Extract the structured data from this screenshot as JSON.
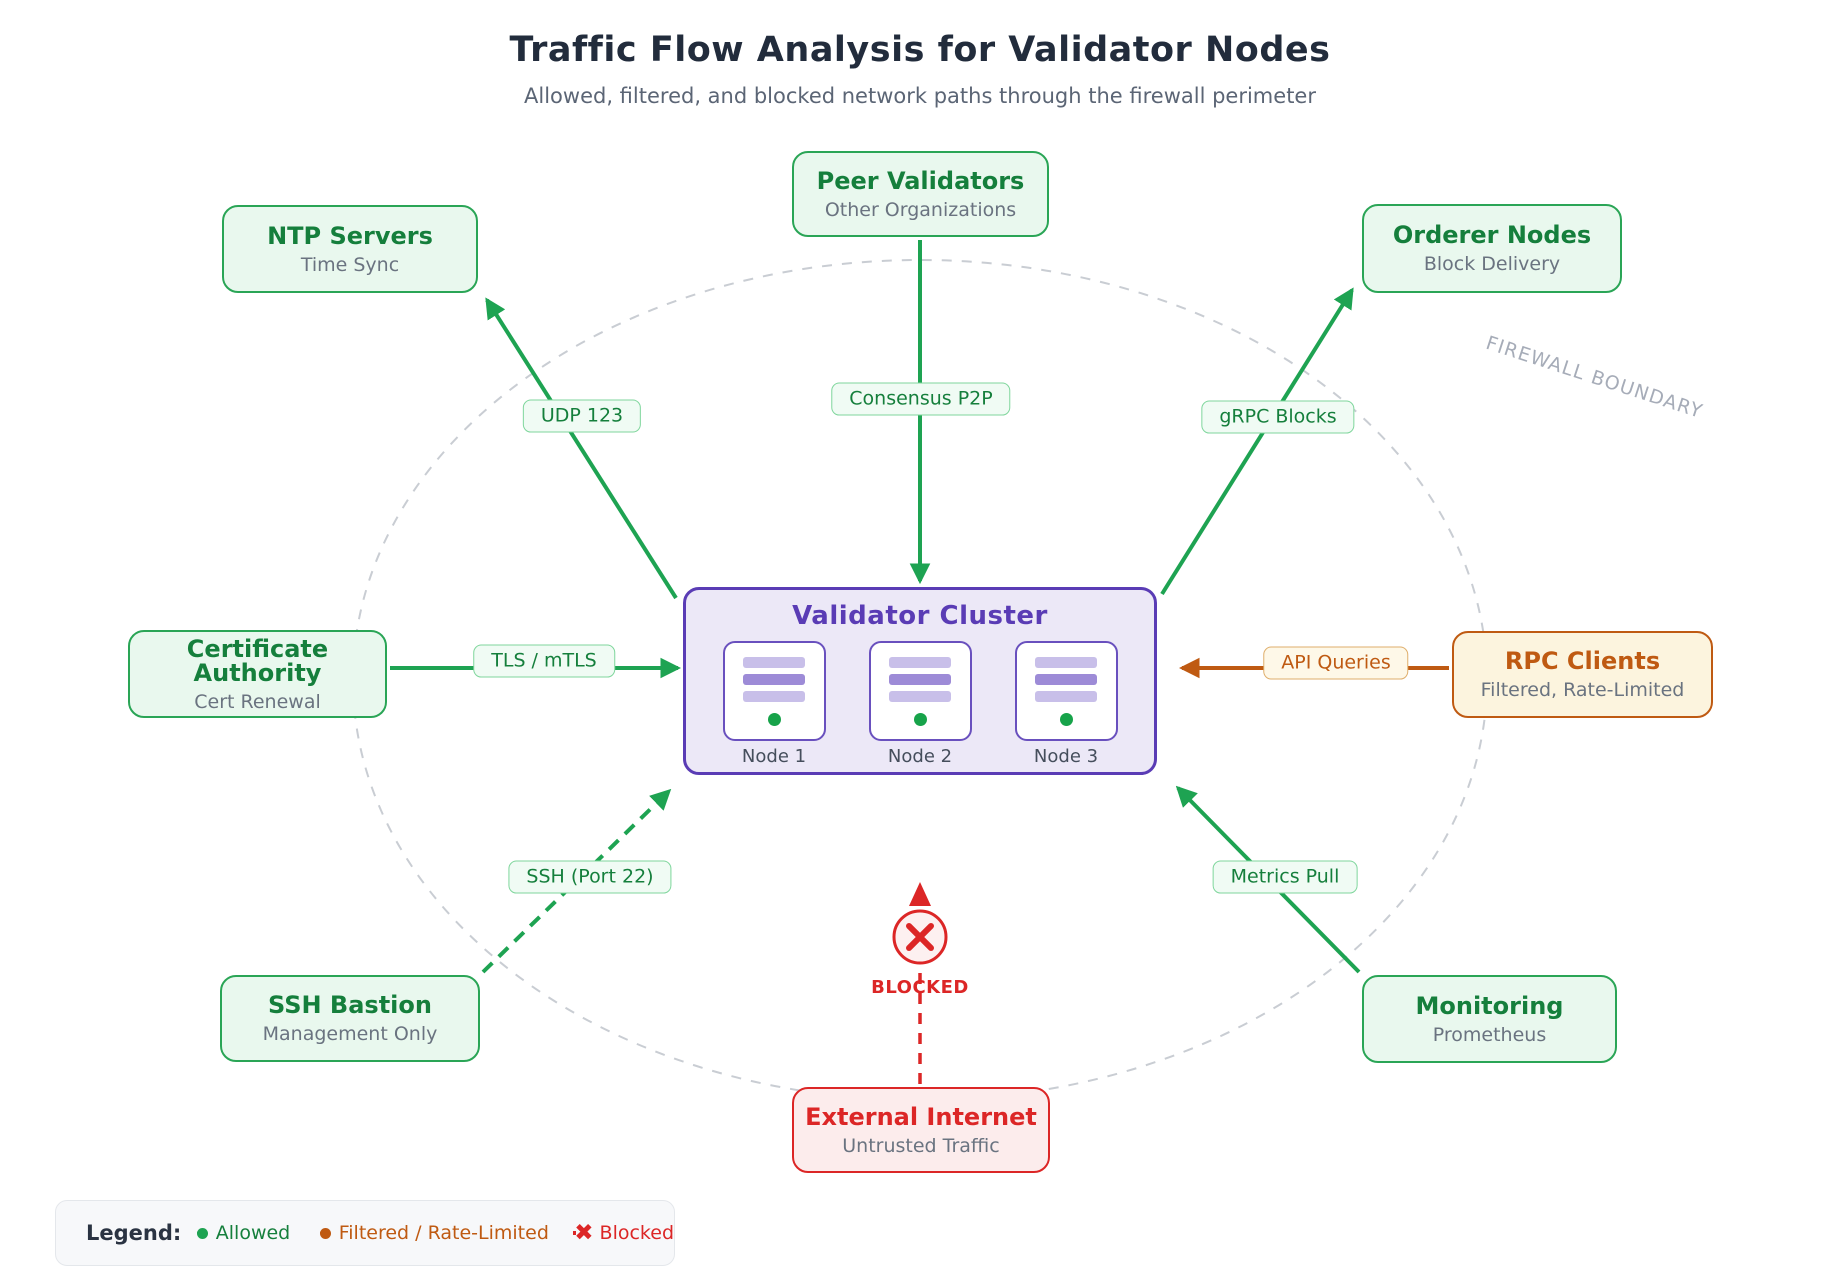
{
  "header": {
    "title": "Traffic Flow Analysis for Validator Nodes",
    "subtitle": "Allowed, filtered, and blocked network paths through the firewall perimeter"
  },
  "nodes": {
    "peer_validators": {
      "title": "Peer Validators",
      "subtitle": "Other Organizations"
    },
    "ntp_servers": {
      "title": "NTP Servers",
      "subtitle": "Time Sync"
    },
    "orderer_nodes": {
      "title": "Orderer Nodes",
      "subtitle": "Block Delivery"
    },
    "certificate_authority": {
      "title": "Certificate Authority",
      "subtitle": "Cert Renewal"
    },
    "rpc_clients": {
      "title": "RPC Clients",
      "subtitle": "Filtered, Rate-Limited"
    },
    "ssh_bastion": {
      "title": "SSH Bastion",
      "subtitle": "Management Only"
    },
    "monitoring": {
      "title": "Monitoring",
      "subtitle": "Prometheus"
    },
    "external_internet": {
      "title": "External Internet",
      "subtitle": "Untrusted Traffic"
    }
  },
  "cluster": {
    "title": "Validator Cluster",
    "nodes": [
      {
        "label": "Node 1"
      },
      {
        "label": "Node 2"
      },
      {
        "label": "Node 3"
      }
    ]
  },
  "edge_labels": {
    "udp": "UDP 123",
    "consensus": "Consensus P2P",
    "grpc": "gRPC Blocks",
    "tls": "TLS / mTLS",
    "api": "API Queries",
    "ssh": "SSH (Port 22)",
    "metrics": "Metrics Pull"
  },
  "blocked_label": "BLOCKED",
  "boundary_label": "FIREWALL BOUNDARY",
  "legend": {
    "title": "Legend:",
    "items": [
      {
        "label": "Allowed",
        "color": "#1ea352",
        "style": "solid"
      },
      {
        "label": "Filtered / Rate-Limited",
        "color": "#bf5a12",
        "style": "solid"
      },
      {
        "label": "Blocked",
        "color": "#dc2626",
        "style": "dashed-x"
      }
    ]
  },
  "colors": {
    "allowed_green": "#1ea352",
    "green_fill": "#e9f8ee",
    "green_text": "#157f3c",
    "filtered_orange": "#bf5a12",
    "orange_fill": "#fcf4de",
    "blocked_red": "#dc2626",
    "red_fill": "#fcecec",
    "cluster_purple": "#5a3cb5",
    "cluster_fill": "#ece8f7",
    "boundary_gray": "#c9cdd3"
  }
}
